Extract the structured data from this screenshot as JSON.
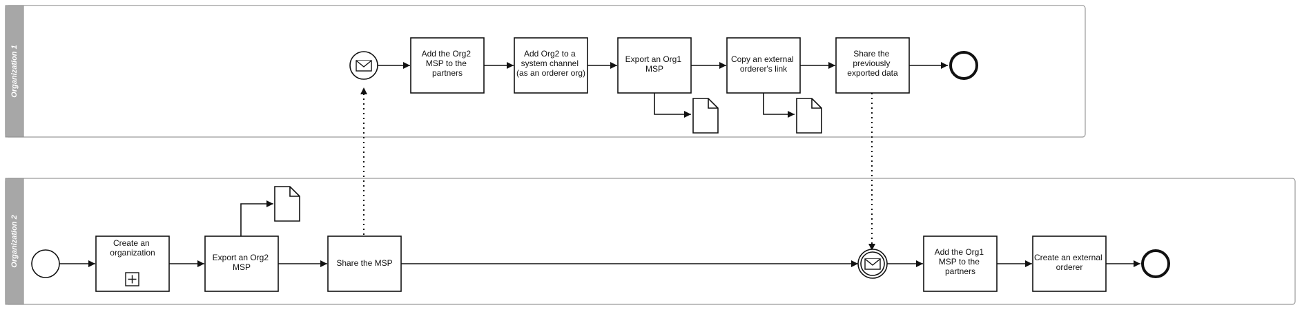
{
  "pools": {
    "org1": {
      "label": "Organization 1"
    },
    "org2": {
      "label": "Organization 2"
    }
  },
  "tasks": {
    "add_org2_msp": {
      "lines": [
        "Add the Org2",
        "MSP to the",
        "partners"
      ]
    },
    "add_org2_system_channel": {
      "lines": [
        "Add Org2 to a",
        "system channel",
        "(as an orderer org)"
      ]
    },
    "export_org1_msp": {
      "lines": [
        "Export an Org1",
        "MSP"
      ]
    },
    "copy_orderer_link": {
      "lines": [
        "Copy an external",
        "orderer's link"
      ]
    },
    "share_exported_data": {
      "lines": [
        "Share the",
        "previously",
        "exported data"
      ]
    },
    "create_organization": {
      "lines": [
        "Create an",
        "organization"
      ]
    },
    "export_org2_msp": {
      "lines": [
        "Export an Org2",
        "MSP"
      ]
    },
    "share_msp": {
      "lines": [
        "Share the MSP"
      ]
    },
    "add_org1_msp": {
      "lines": [
        "Add the Org1",
        "MSP to the",
        "partners"
      ]
    },
    "create_external_orderer": {
      "lines": [
        "Create an external",
        "orderer"
      ]
    }
  },
  "events": {
    "org1_message_start": {
      "icon": "envelope-icon",
      "kind": "message start"
    },
    "org1_end": {
      "kind": "end"
    },
    "org2_start": {
      "kind": "start"
    },
    "org2_message_catch": {
      "icon": "envelope-icon",
      "kind": "intermediate message catch"
    },
    "org2_end": {
      "kind": "end"
    }
  },
  "icons": {
    "subprocess_marker": "plus-square-icon",
    "data_object": "document-icon"
  },
  "colors": {
    "pool_header": "#a7a7a7",
    "stroke": "#111111"
  }
}
